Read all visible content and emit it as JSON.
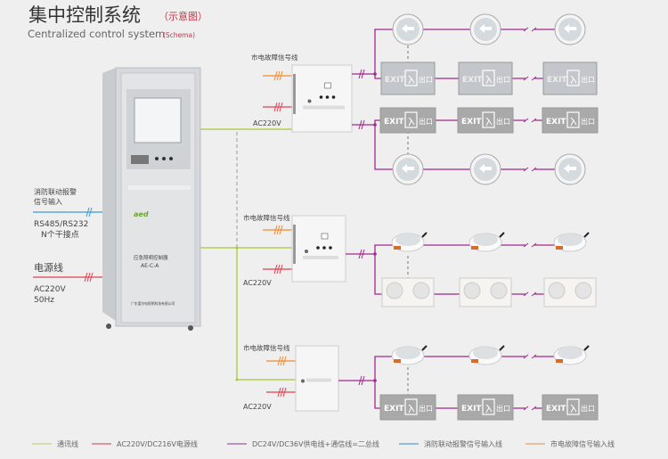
{
  "header": {
    "title": "集中控制系统",
    "title_note": "（示意图）",
    "subtitle": "Centralized control system",
    "subtitle_note": "(Schema)"
  },
  "cabinet": {
    "name": "应急照明控制器",
    "model": "AE-C-A",
    "brand": "aed",
    "maker": "广东爱尔电照明科技有限公司"
  },
  "inputs": {
    "fire_label_1": "消防联动报警",
    "fire_label_2": "信号输入",
    "fire_spec_1": "RS485/RS232",
    "fire_spec_2": "N个干接点",
    "power_label": "电源线",
    "power_spec_1": "AC220V",
    "power_spec_2": "50Hz"
  },
  "controllers": [
    {
      "fault_label": "市电故障信号线",
      "power_label": "AC220V"
    },
    {
      "fault_label": "市电故障信号线",
      "power_label": "AC220V"
    },
    {
      "fault_label": "市电故障信号线",
      "power_label": "AC220V"
    }
  ],
  "devices": {
    "exit_text": "EXIT",
    "exit_cn": "出口"
  },
  "legend": [
    {
      "label": "通讯线",
      "color": "#c8d88a"
    },
    {
      "label": "AC220V/DC216V电源线",
      "color": "#d9787e"
    },
    {
      "label": "DC24V/DC36V供电线+通信线=二总线",
      "color": "#b070a8"
    },
    {
      "label": "消防联动报警信号输入线",
      "color": "#6aaed8"
    },
    {
      "label": "市电故障信号输入线",
      "color": "#e8b080"
    }
  ],
  "colors": {
    "comm": "#a8c83a",
    "power": "#e0404f",
    "bus": "#a0288c",
    "fire": "#3a9ad8",
    "fault": "#f08a30"
  }
}
